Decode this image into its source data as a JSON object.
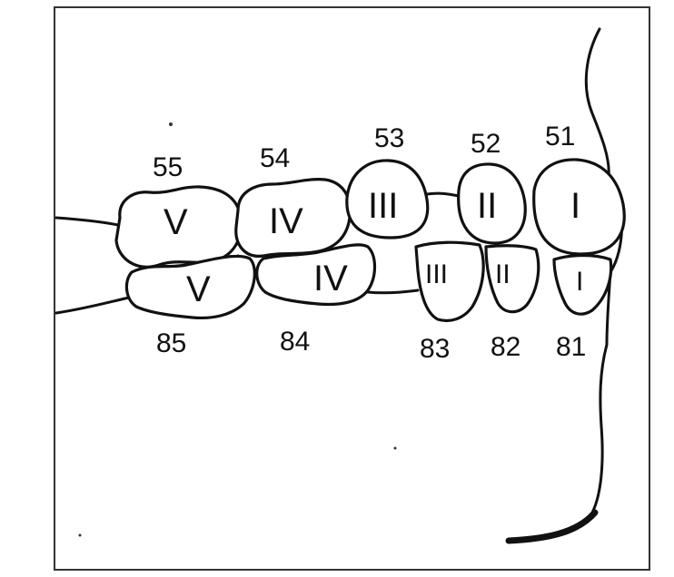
{
  "diagram": {
    "upper_numbers": [
      "55",
      "54",
      "53",
      "52",
      "51"
    ],
    "lower_numbers": [
      "85",
      "84",
      "83",
      "82",
      "81"
    ],
    "upper_teeth": [
      {
        "number": "55",
        "roman": "V"
      },
      {
        "number": "54",
        "roman": "IV"
      },
      {
        "number": "53",
        "roman": "III"
      },
      {
        "number": "52",
        "roman": "II"
      },
      {
        "number": "51",
        "roman": "I"
      }
    ],
    "lower_teeth": [
      {
        "number": "85",
        "roman": "V"
      },
      {
        "number": "84",
        "roman": "IV"
      },
      {
        "number": "83",
        "roman": "III"
      },
      {
        "number": "82",
        "roman": "II"
      },
      {
        "number": "81",
        "roman": "I"
      }
    ],
    "colors": {
      "ink": "#111111",
      "paper": "#ffffff"
    }
  }
}
